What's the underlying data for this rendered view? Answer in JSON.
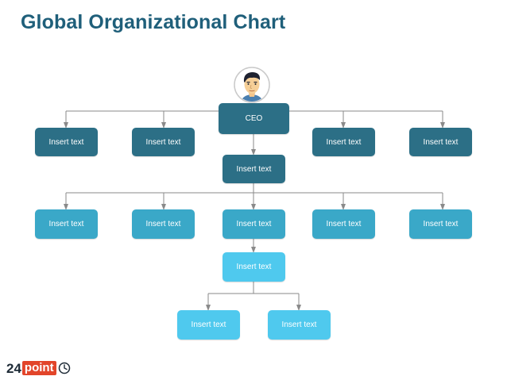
{
  "title": "Global Organizational Chart",
  "colors": {
    "title": "#1f5f7a",
    "level1": "#2c6f86",
    "level2": "#3aa8c8",
    "level3": "#4fc9ee",
    "connector": "#8a8a8a"
  },
  "nodes": {
    "ceo": "CEO",
    "top_left_1": "Insert text",
    "top_left_2": "Insert text",
    "top_right_1": "Insert text",
    "top_right_2": "Insert text",
    "center_1": "Insert text",
    "mid_1": "Insert text",
    "mid_2": "Insert text",
    "mid_3": "Insert text",
    "mid_4": "Insert text",
    "mid_5": "Insert text",
    "center_2": "Insert text",
    "bottom_1": "Insert text",
    "bottom_2": "Insert text"
  },
  "logo": {
    "number": "24",
    "word": "point",
    "icon": "clock-icon"
  },
  "avatar_icon": "person-avatar-icon"
}
